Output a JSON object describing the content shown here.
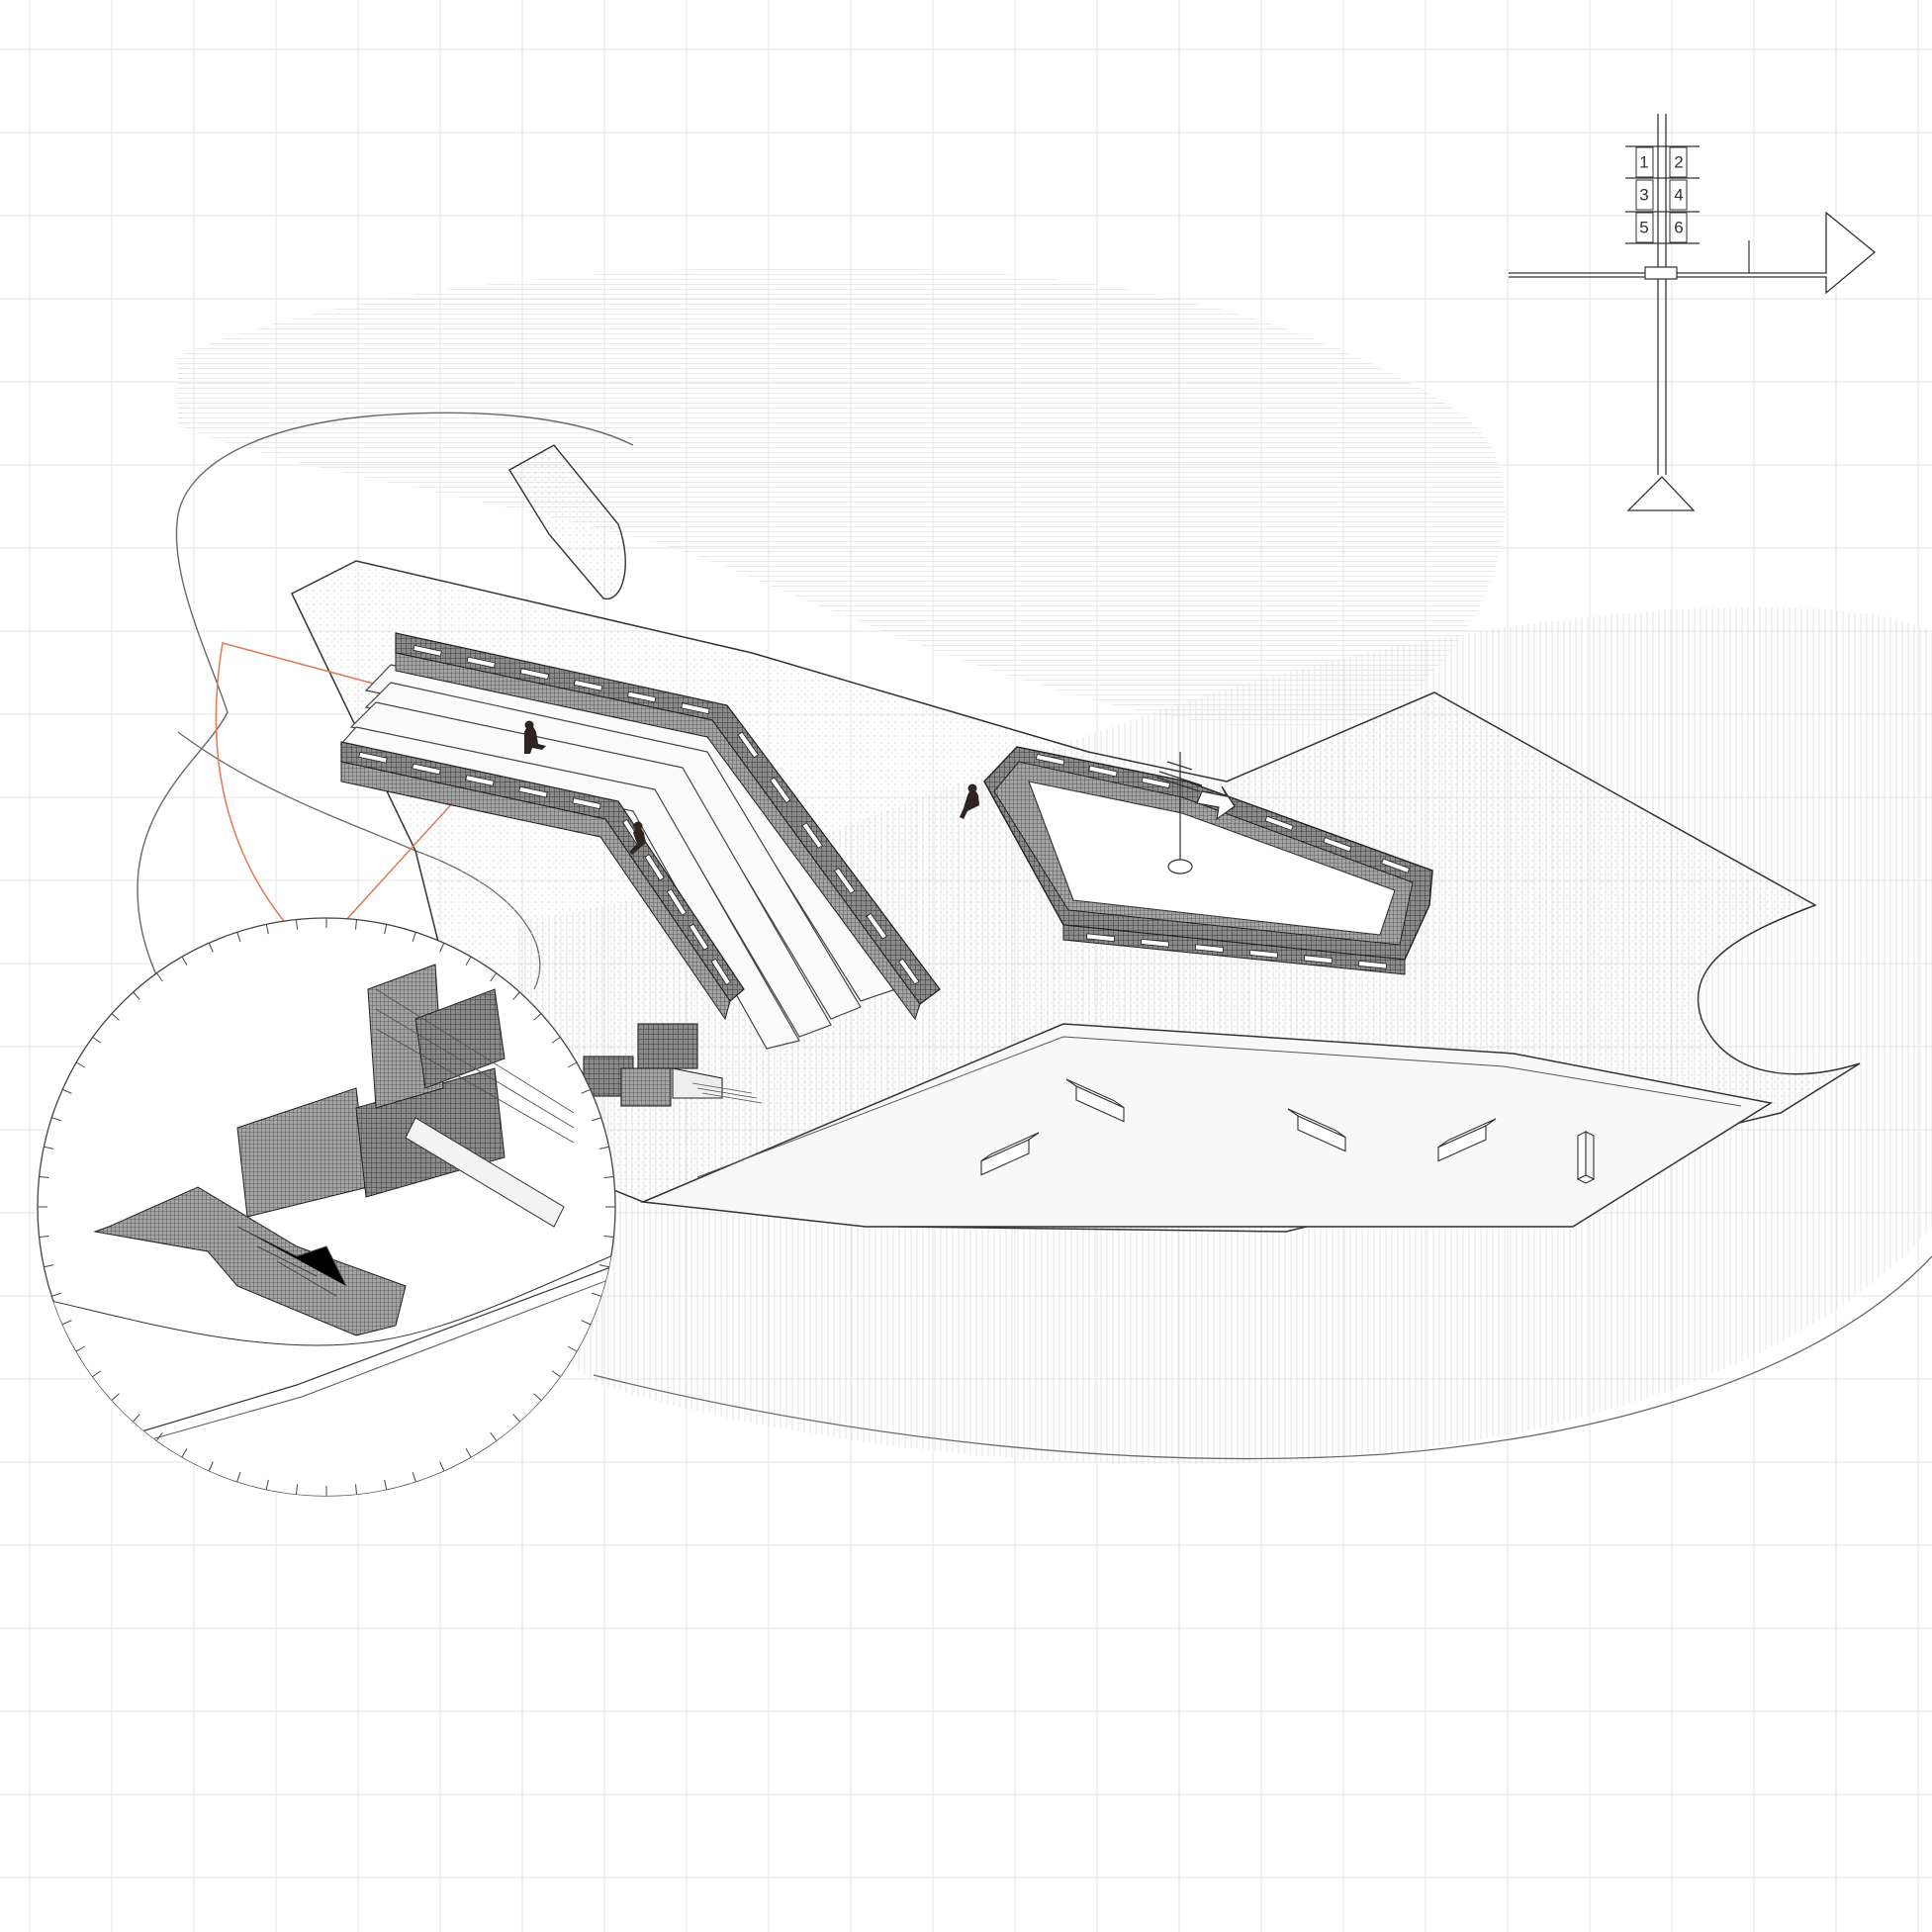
{
  "colors": {
    "background": "#ffffff",
    "grid": "#ededed",
    "line": "#333333",
    "hatch": "#d4d4d4",
    "wall": "#4a4a4a",
    "view_cone": "#e07a55"
  },
  "signpost": {
    "icon": "signpost-icon",
    "panels": [
      "1",
      "2",
      "3",
      "4",
      "5",
      "6"
    ]
  },
  "detail_view": {
    "icon": "magnifier-circle-icon"
  },
  "figures": {
    "icon": "person-seated-icon",
    "count": 3
  },
  "benches": {
    "icon": "bench-block-icon",
    "count": 6
  }
}
